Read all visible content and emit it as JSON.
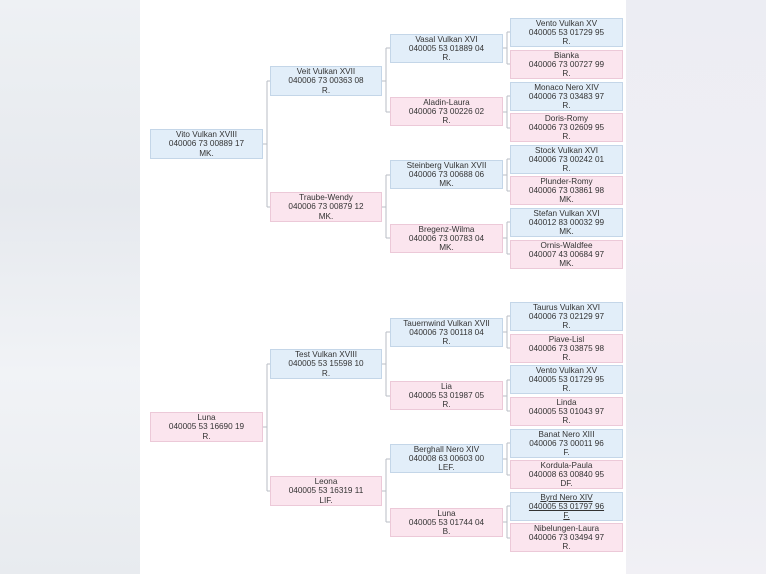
{
  "pedigree_1": {
    "root": {
      "name": "Vito Vulkan XVIII",
      "reg": "040006 73 00889 17",
      "suffix": "MK."
    },
    "sire": {
      "name": "Veit Vulkan XVII",
      "reg": "040006 73 00363 08",
      "suffix": "R."
    },
    "dam": {
      "name": "Traube-Wendy",
      "reg": "040006 73 00879 12",
      "suffix": "MK."
    },
    "gen3": [
      {
        "name": "Vasal Vulkan XVI",
        "reg": "040005 53 01889 04",
        "suffix": "R."
      },
      {
        "name": "Aladin-Laura",
        "reg": "040006 73 00226 02",
        "suffix": "R."
      },
      {
        "name": "Steinberg Vulkan XVII",
        "reg": "040006 73 00688 06",
        "suffix": "MK."
      },
      {
        "name": "Bregenz-Wilma",
        "reg": "040006 73 00783 04",
        "suffix": "MK."
      }
    ],
    "gen4": [
      {
        "name": "Vento Vulkan XV",
        "reg": "040005 53 01729 95",
        "suffix": "R."
      },
      {
        "name": "Bianka",
        "reg": "040006 73 00727 99",
        "suffix": "R."
      },
      {
        "name": "Monaco Nero XIV",
        "reg": "040006 73 03483 97",
        "suffix": "R."
      },
      {
        "name": "Doris-Romy",
        "reg": "040006 73 02609 95",
        "suffix": "R."
      },
      {
        "name": "Stock Vulkan XVI",
        "reg": "040006 73 00242 01",
        "suffix": "R."
      },
      {
        "name": "Plunder-Romy",
        "reg": "040006 73 03861 98",
        "suffix": "MK."
      },
      {
        "name": "Stefan Vulkan XVI",
        "reg": "040012 83 00032 99",
        "suffix": "MK."
      },
      {
        "name": "Ornis-Waldfee",
        "reg": "040007 43 00684 97",
        "suffix": "MK."
      }
    ]
  },
  "pedigree_2": {
    "root": {
      "name": "Luna",
      "reg": "040005 53 16690 19",
      "suffix": "R."
    },
    "sire": {
      "name": "Test Vulkan XVIII",
      "reg": "040005 53 15598 10",
      "suffix": "R."
    },
    "dam": {
      "name": "Leona",
      "reg": "040005 53 16319 11",
      "suffix": "LIF."
    },
    "gen3": [
      {
        "name": "Tauernwind Vulkan XVII",
        "reg": "040006 73 00118 04",
        "suffix": "R."
      },
      {
        "name": "Lia",
        "reg": "040005 53 01987 05",
        "suffix": "R."
      },
      {
        "name": "Berghall Nero XIV",
        "reg": "040008 63 00603 00",
        "suffix": "LEF."
      },
      {
        "name": "Luna",
        "reg": "040005 53 01744 04",
        "suffix": "B."
      }
    ],
    "gen4": [
      {
        "name": "Taurus Vulkan XVI",
        "reg": "040006 73 02129 97",
        "suffix": "R."
      },
      {
        "name": "Piave-Lisl",
        "reg": "040006 73 03875 98",
        "suffix": "R."
      },
      {
        "name": "Vento Vulkan XV",
        "reg": "040005 53 01729 95",
        "suffix": "R."
      },
      {
        "name": "Linda",
        "reg": "040005 53 01043 97",
        "suffix": "R."
      },
      {
        "name": "Banat Nero XIII",
        "reg": "040006 73 00011 96",
        "suffix": "F."
      },
      {
        "name": "Kordula-Paula",
        "reg": "040008 63 00840 95",
        "suffix": "DF."
      },
      {
        "name": "Byrd Nero XIV",
        "reg": "040005 53 01797 96",
        "suffix": "F."
      },
      {
        "name": "Nibelungen-Laura",
        "reg": "040006 73 03494 97",
        "suffix": "R."
      }
    ]
  },
  "colors": {
    "male": "#e2eef9",
    "female": "#fbe5ee",
    "line": "#b9bec6"
  }
}
